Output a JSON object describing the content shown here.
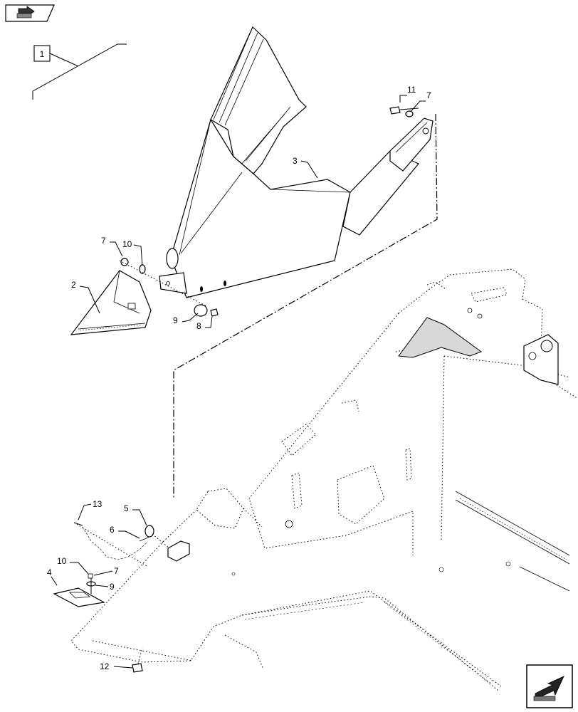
{
  "callouts": {
    "c1": "1",
    "c2": "2",
    "c3": "3",
    "c4": "4",
    "c5": "5",
    "c6": "6",
    "c7a": "7",
    "c7b": "7",
    "c7c": "7",
    "c8": "8",
    "c9a": "9",
    "c9b": "9",
    "c10a": "10",
    "c10b": "10",
    "c11": "11",
    "c12": "12",
    "c13": "13"
  },
  "icons": {
    "top_left": "navigation-arrow-icon",
    "bottom_right": "next-page-arrow-icon"
  }
}
